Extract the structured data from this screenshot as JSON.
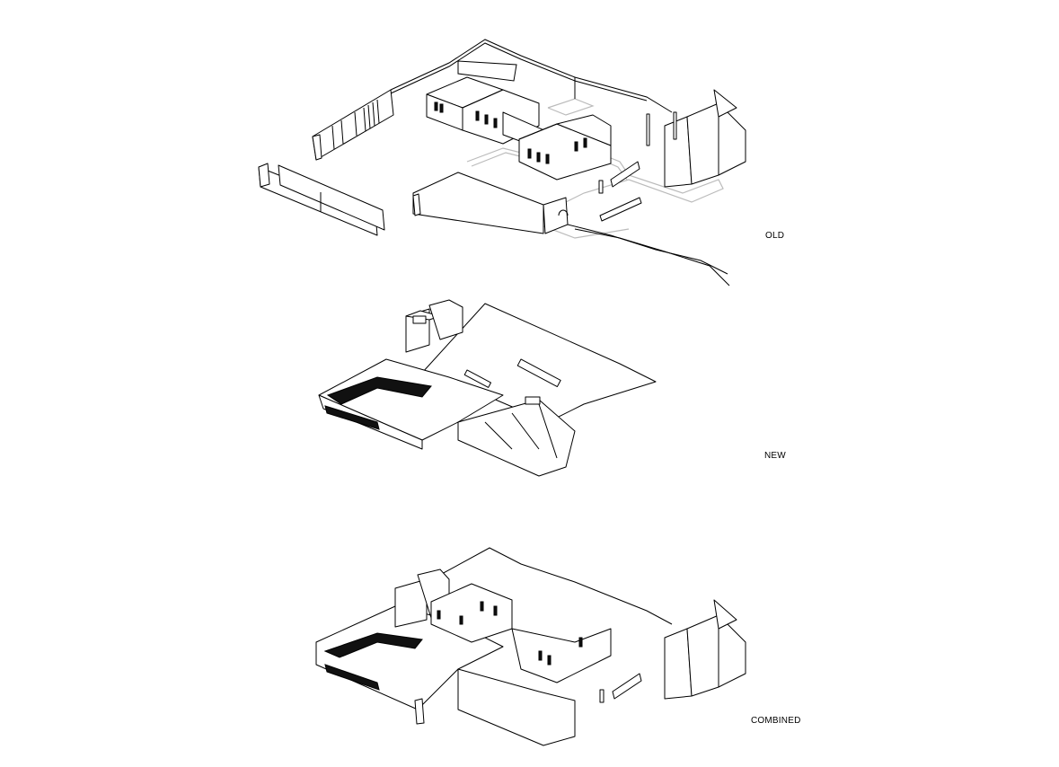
{
  "labels": {
    "old": "OLD",
    "new": "NEW",
    "combined": "COMBINED"
  },
  "colors": {
    "background": "#ffffff",
    "line": "#000000",
    "ghost_line": "#bbbbbb"
  },
  "panels": [
    {
      "id": "old",
      "description": "Axonometric of existing buildings, walls and church"
    },
    {
      "id": "new",
      "description": "Axonometric of proposed new building and ramp"
    },
    {
      "id": "combined",
      "description": "Axonometric of existing and proposed combined"
    }
  ]
}
